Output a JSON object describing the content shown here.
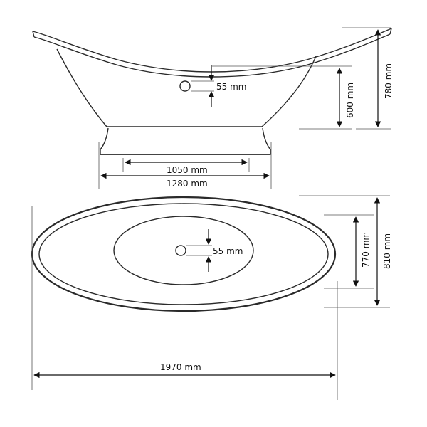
{
  "labels": {
    "side_drain": "55 mm",
    "inner_height": "600 mm",
    "total_height": "780 mm",
    "pedestal_inner": "1050 mm",
    "pedestal_outer": "1280 mm",
    "top_drain": "55 mm",
    "inner_width": "770 mm",
    "total_width": "810 mm",
    "total_length": "1970 mm"
  },
  "colors": {
    "line": "#2a2a2a",
    "dimension": "#111111",
    "background": "#ffffff"
  }
}
